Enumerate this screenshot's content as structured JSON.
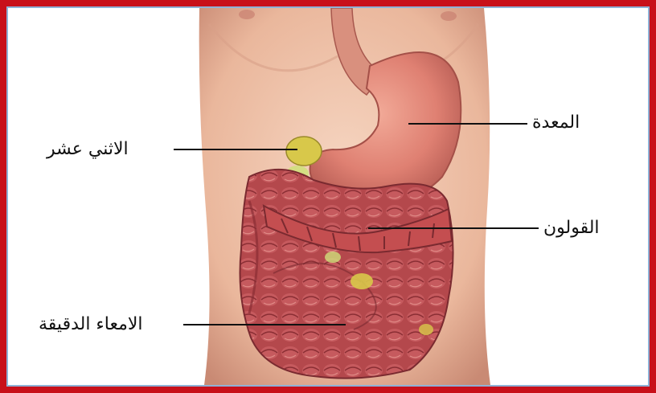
{
  "diagram": {
    "labels": {
      "stomach": "المعدة",
      "duodenum": "الاثني عشر",
      "colon": "القولون",
      "small_intestine": "الامعاء الدقيقة"
    },
    "colors": {
      "frame": "#c8101a",
      "inner_border": "#8fb2d6",
      "skin": "#eec2a8",
      "stomach": "#df8072",
      "intestine": "#b4484c",
      "fat": "#d8c84a",
      "leader_line": "#111111"
    }
  }
}
